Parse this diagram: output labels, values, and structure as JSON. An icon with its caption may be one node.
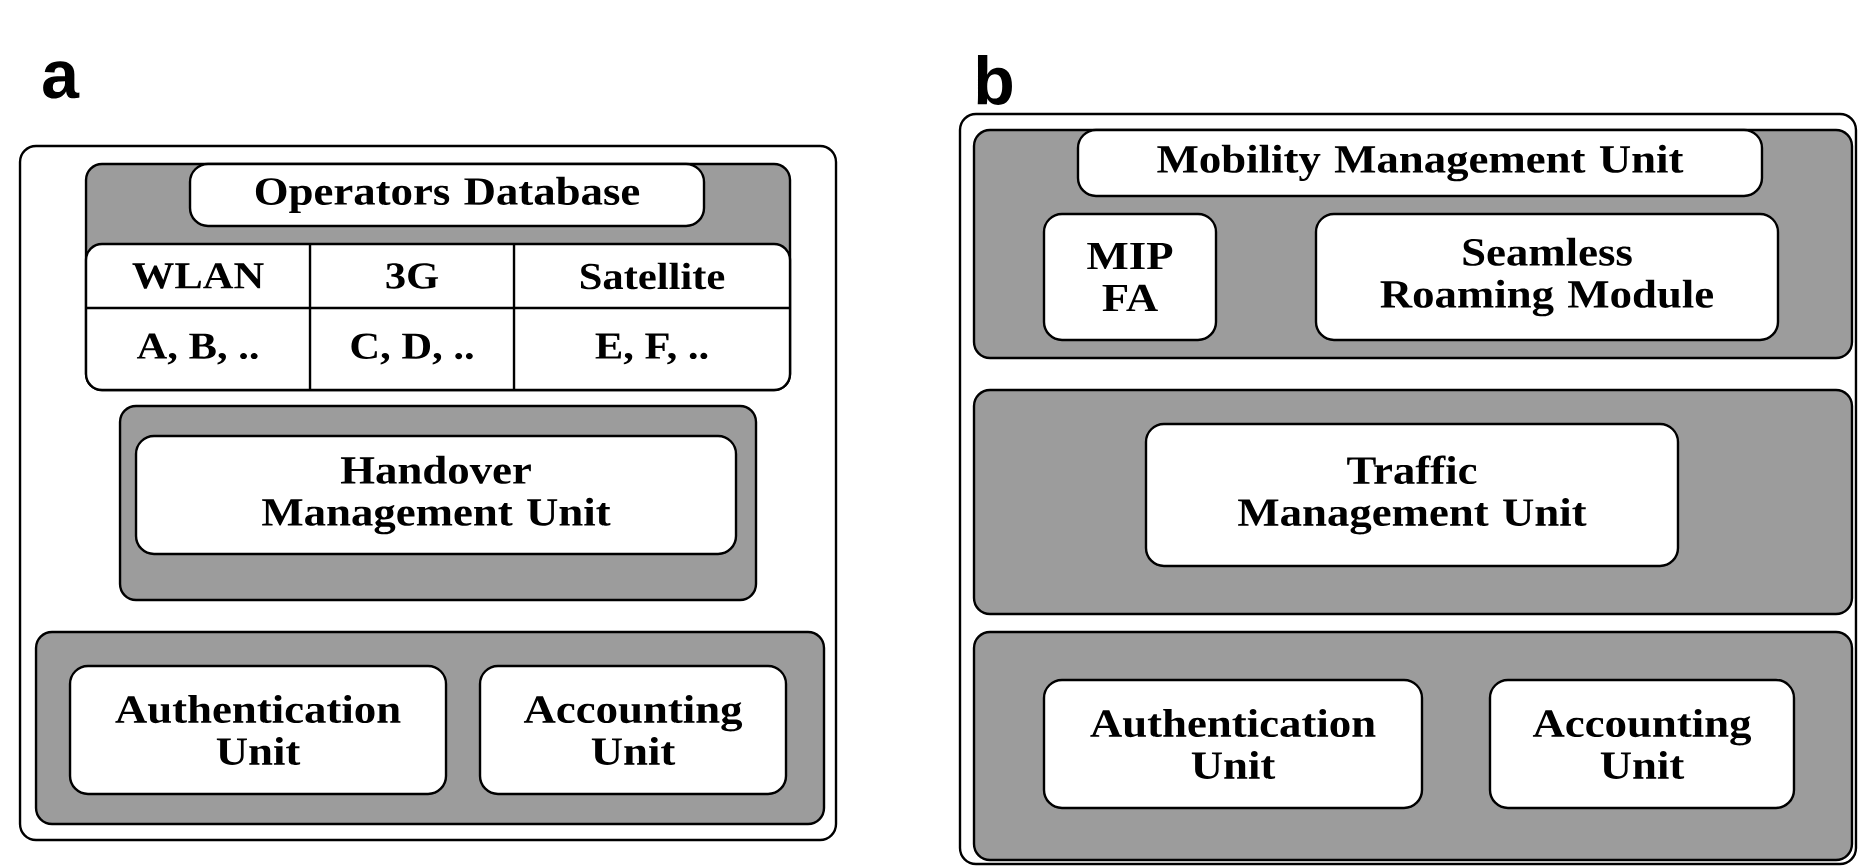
{
  "diagram": {
    "nodes": [
      {
        "text": [
          "a"
        ]
      },
      {
        "text": [],
        "shape": "box",
        "in": 0
      },
      {
        "text": [
          "Operators Database"
        ],
        "in": 1
      },
      {
        "text": [
          "WLAN",
          "3G",
          "Satellite",
          "A, B, ..",
          "C, D, ..",
          "E, F, .."
        ],
        "in": 1
      },
      {
        "text": [],
        "shape": "box",
        "in": 0
      },
      {
        "text": [
          "Handover Management Unit"
        ],
        "in": 4
      },
      {
        "text": [],
        "shape": "box",
        "in": 0
      },
      {
        "text": [
          "Authentication Unit"
        ],
        "in": 6
      },
      {
        "text": [
          "Accounting Unit"
        ],
        "in": 6
      },
      {
        "text": [
          "b"
        ]
      },
      {
        "text": [],
        "shape": "box",
        "in": 9
      },
      {
        "text": [
          "Mobility Management Unit"
        ],
        "in": 10
      },
      {
        "text": [
          "MIP FA"
        ],
        "in": 10
      },
      {
        "text": [
          "Seamless Roaming Module"
        ],
        "in": 10
      },
      {
        "text": [],
        "shape": "box",
        "in": 9
      },
      {
        "text": [
          "Traffic Management Unit"
        ],
        "in": 14
      },
      {
        "text": [],
        "shape": "box",
        "in": 9
      },
      {
        "text": [
          "Authentication Unit"
        ],
        "in": 16
      },
      {
        "text": [
          "Accounting Unit"
        ],
        "in": 16
      }
    ]
  }
}
